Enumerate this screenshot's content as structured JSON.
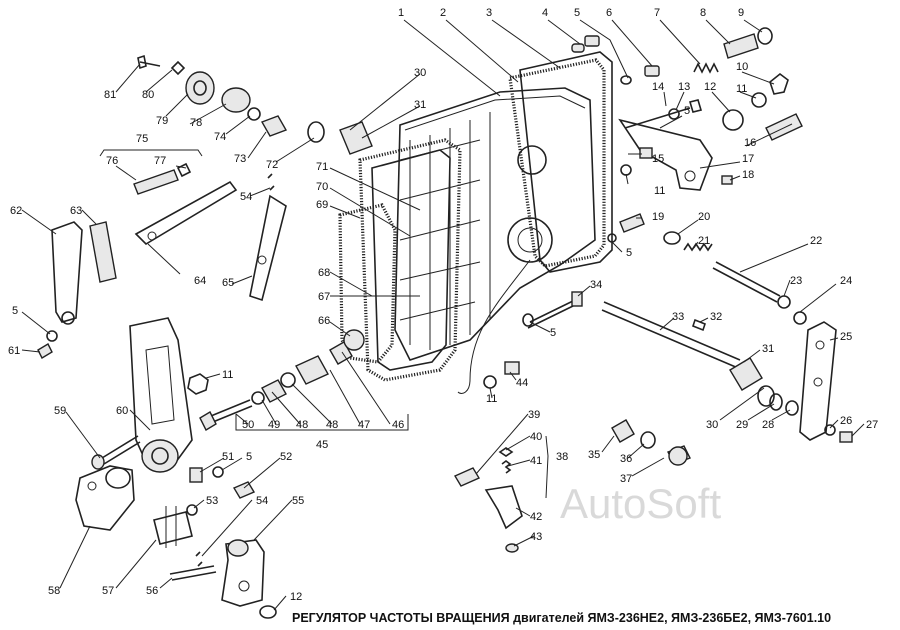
{
  "caption": "РЕГУЛЯТОР ЧАСТОТЫ ВРАЩЕНИЯ двигателей ЯМЗ-236НЕ2, ЯМЗ-236БЕ2, ЯМЗ-7601.10",
  "watermark": "AutoSoft",
  "labels": [
    {
      "id": "l1",
      "text": "1"
    },
    {
      "id": "l2",
      "text": "2"
    },
    {
      "id": "l3",
      "text": "3"
    },
    {
      "id": "l4",
      "text": "4"
    },
    {
      "id": "l5a",
      "text": "5"
    },
    {
      "id": "l6",
      "text": "6"
    },
    {
      "id": "l7",
      "text": "7"
    },
    {
      "id": "l8",
      "text": "8"
    },
    {
      "id": "l9",
      "text": "9"
    },
    {
      "id": "l10",
      "text": "10"
    },
    {
      "id": "l11a",
      "text": "11"
    },
    {
      "id": "l12a",
      "text": "12"
    },
    {
      "id": "l13",
      "text": "13"
    },
    {
      "id": "l14",
      "text": "14"
    },
    {
      "id": "l5b",
      "text": "5"
    },
    {
      "id": "l16",
      "text": "16"
    },
    {
      "id": "l17",
      "text": "17"
    },
    {
      "id": "l18",
      "text": "18"
    },
    {
      "id": "l15",
      "text": "15"
    },
    {
      "id": "l11b",
      "text": "11"
    },
    {
      "id": "l19",
      "text": "19"
    },
    {
      "id": "l5c",
      "text": "5"
    },
    {
      "id": "l20",
      "text": "20"
    },
    {
      "id": "l21",
      "text": "21"
    },
    {
      "id": "l22",
      "text": "22"
    },
    {
      "id": "l23",
      "text": "23"
    },
    {
      "id": "l24",
      "text": "24"
    },
    {
      "id": "l25",
      "text": "25"
    },
    {
      "id": "l26",
      "text": "26"
    },
    {
      "id": "l27",
      "text": "27"
    },
    {
      "id": "l28",
      "text": "28"
    },
    {
      "id": "l29",
      "text": "29"
    },
    {
      "id": "l30b",
      "text": "30"
    },
    {
      "id": "l31b",
      "text": "31"
    },
    {
      "id": "l32",
      "text": "32"
    },
    {
      "id": "l33",
      "text": "33"
    },
    {
      "id": "l34",
      "text": "34"
    },
    {
      "id": "l5d",
      "text": "5"
    },
    {
      "id": "l44",
      "text": "44"
    },
    {
      "id": "l11c",
      "text": "11"
    },
    {
      "id": "l35",
      "text": "35"
    },
    {
      "id": "l36",
      "text": "36"
    },
    {
      "id": "l37",
      "text": "37"
    },
    {
      "id": "l39",
      "text": "39"
    },
    {
      "id": "l40",
      "text": "40"
    },
    {
      "id": "l41",
      "text": "41"
    },
    {
      "id": "l38",
      "text": "38"
    },
    {
      "id": "l42",
      "text": "42"
    },
    {
      "id": "l43",
      "text": "43"
    },
    {
      "id": "l81",
      "text": "81"
    },
    {
      "id": "l80",
      "text": "80"
    },
    {
      "id": "l79",
      "text": "79"
    },
    {
      "id": "l78",
      "text": "78"
    },
    {
      "id": "l74",
      "text": "74"
    },
    {
      "id": "l73",
      "text": "73"
    },
    {
      "id": "l75",
      "text": "75"
    },
    {
      "id": "l76",
      "text": "76"
    },
    {
      "id": "l77",
      "text": "77"
    },
    {
      "id": "l30a",
      "text": "30"
    },
    {
      "id": "l31a",
      "text": "31"
    },
    {
      "id": "l72",
      "text": "72"
    },
    {
      "id": "l71",
      "text": "71"
    },
    {
      "id": "l70",
      "text": "70"
    },
    {
      "id": "l69",
      "text": "69"
    },
    {
      "id": "l54a",
      "text": "54"
    },
    {
      "id": "l62",
      "text": "62"
    },
    {
      "id": "l63",
      "text": "63"
    },
    {
      "id": "l64",
      "text": "64"
    },
    {
      "id": "l65",
      "text": "65"
    },
    {
      "id": "l68",
      "text": "68"
    },
    {
      "id": "l67",
      "text": "67"
    },
    {
      "id": "l66",
      "text": "66"
    },
    {
      "id": "l5e",
      "text": "5"
    },
    {
      "id": "l61",
      "text": "61"
    },
    {
      "id": "l11d",
      "text": "11"
    },
    {
      "id": "l59",
      "text": "59"
    },
    {
      "id": "l60",
      "text": "60"
    },
    {
      "id": "l50",
      "text": "50"
    },
    {
      "id": "l49",
      "text": "49"
    },
    {
      "id": "l48a",
      "text": "48"
    },
    {
      "id": "l48b",
      "text": "48"
    },
    {
      "id": "l47",
      "text": "47"
    },
    {
      "id": "l46",
      "text": "46"
    },
    {
      "id": "l45",
      "text": "45"
    },
    {
      "id": "l51",
      "text": "51"
    },
    {
      "id": "l5f",
      "text": "5"
    },
    {
      "id": "l52",
      "text": "52"
    },
    {
      "id": "l53",
      "text": "53"
    },
    {
      "id": "l54b",
      "text": "54"
    },
    {
      "id": "l55",
      "text": "55"
    },
    {
      "id": "l58",
      "text": "58"
    },
    {
      "id": "l57",
      "text": "57"
    },
    {
      "id": "l56",
      "text": "56"
    },
    {
      "id": "l12b",
      "text": "12"
    }
  ]
}
